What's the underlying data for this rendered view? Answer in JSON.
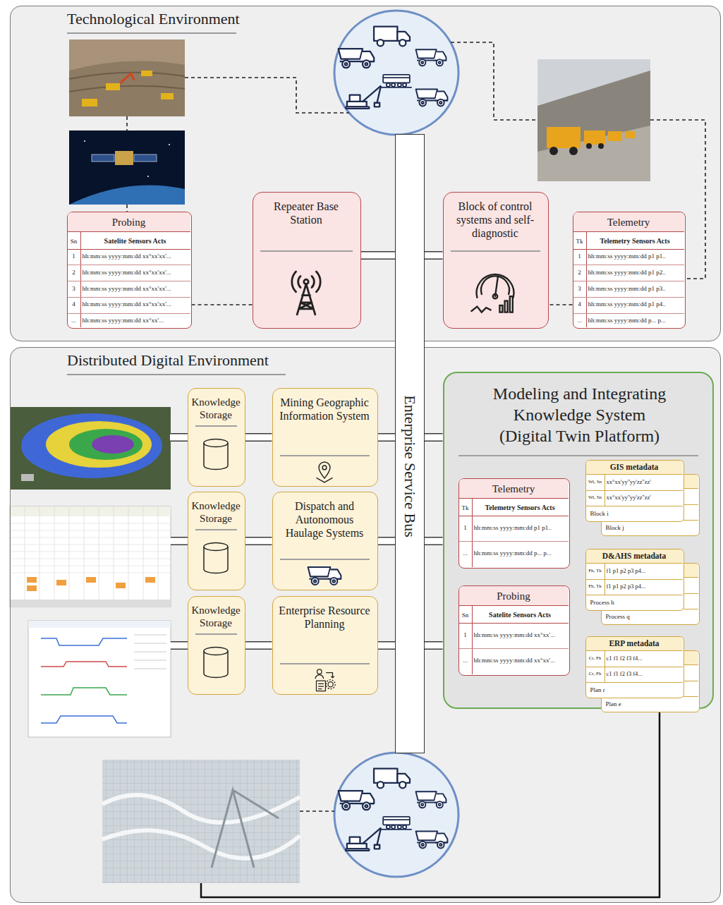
{
  "diagram": {
    "nodes": [
      {
        "text": [
          "Technological Environment"
        ]
      },
      {
        "text": [
          "Probing",
          "Satelite Sensors Acts"
        ],
        "in": 0
      },
      {
        "text": [
          "Repeater Base Station"
        ],
        "in": 0
      },
      {
        "text": [
          "Block of control systems and self-diagnostic"
        ],
        "in": 0
      },
      {
        "text": [
          "Telemetry",
          "Telemetry Sensors Acts"
        ],
        "in": 0
      },
      {
        "text": [
          "Enterprise Service Bus"
        ]
      },
      {
        "text": [
          "Distributed Digital Environment"
        ]
      },
      {
        "text": [
          "Knowledge Storage"
        ],
        "in": 6
      },
      {
        "text": [
          "Mining Geographic Information System"
        ],
        "in": 6
      },
      {
        "text": [
          "Knowledge Storage"
        ],
        "in": 6
      },
      {
        "text": [
          "Dispatch and Autonomous Haulage Systems"
        ],
        "in": 6
      },
      {
        "text": [
          "Knowledge Storage"
        ],
        "in": 6
      },
      {
        "text": [
          "Enterprise Resource Planning"
        ],
        "in": 6
      },
      {
        "text": [
          "Modeling and Integrating Knowledge System (Digital Twin Platform)"
        ],
        "in": 6
      },
      {
        "text": [
          "Telemetry",
          "Telemetry Sensors Acts"
        ],
        "in": 13
      },
      {
        "text": [
          "Probing",
          "Satelite Sensors Acts"
        ],
        "in": 13
      },
      {
        "text": [
          "GIS metadata"
        ],
        "in": 13
      },
      {
        "text": [
          "Block j"
        ],
        "in": 13
      },
      {
        "text": [
          "D&AHS metadata"
        ],
        "in": 13
      },
      {
        "text": [
          "Process q"
        ],
        "in": 13
      },
      {
        "text": [
          "ERP metadata"
        ],
        "in": 13
      },
      {
        "text": [
          "Plan e"
        ],
        "in": 13
      }
    ],
    "edges": [
      {
        "from": 1,
        "to": 2,
        "arrow": "none"
      },
      {
        "from": 2,
        "to": 5,
        "arrow": "none"
      },
      {
        "from": 4,
        "to": 3,
        "arrow": "none"
      },
      {
        "from": 3,
        "to": 5,
        "arrow": "none"
      },
      {
        "from": 7,
        "to": 8,
        "arrow": "none"
      },
      {
        "from": 8,
        "to": 5,
        "arrow": "none"
      },
      {
        "from": 9,
        "to": 10,
        "arrow": "none"
      },
      {
        "from": 10,
        "to": 5,
        "arrow": "none"
      },
      {
        "from": 11,
        "to": 12,
        "arrow": "none"
      },
      {
        "from": 12,
        "to": 5,
        "arrow": "none"
      },
      {
        "from": 5,
        "to": 13,
        "arrow": "none"
      }
    ],
    "labels": [
      "Sn",
      "1",
      "hh:mm:ss yyyy:mm:dd xx°xx'xx'...",
      "2",
      "hh:mm:ss yyyy:mm:dd xx°xx'xx'...",
      "3",
      "hh:mm:ss yyyy:mm:dd xx°xx'xx'...",
      "4",
      "hh:mm:ss yyyy:mm:dd xx°xx'xx'...",
      "...",
      "hh:mm:ss yyyy:mm:dd xx°xx'...",
      "Tk",
      "1",
      "hh:mm:ss yyyy:mm:dd p1 p1..",
      "2",
      "hh:mm:ss yyyy:mm:dd p1 p2..",
      "3",
      "hh:mm:ss yyyy:mm:dd p1 p3..",
      "4",
      "hh:mm:ss yyyy:mm:dd p1 p4..",
      "...",
      "hh:mm:ss yyyy:mm:dd p... p...",
      "Tk",
      "1",
      "hh:mm:ss yyyy:mm:dd p1 p1..",
      "...",
      "hh:mm:ss yyyy:mm:dd p... p...",
      "Sn",
      "1",
      "hh:mm:ss yyyy:mm:dd xx°xx'...",
      "...",
      "hh:mm:ss yyyy:mm:dd xx°xx'...",
      "Wi, Sn",
      "xx°xx'yy''yy'zz''zz'",
      "Wi, Sn",
      "xx°xx'yy''yy'zz''zz'",
      "Block i",
      "Fh, Tk",
      "f1 p1 p2 p3 p4...",
      "Fh, Tk",
      "f1 p1 p2 p3 p4...",
      "Process h",
      "Cr, Fh",
      "c1 f1 f2 f3 f4...",
      "Cr, Fh",
      "c1 f1 f2 f3 f4...",
      "Plan r"
    ]
  }
}
